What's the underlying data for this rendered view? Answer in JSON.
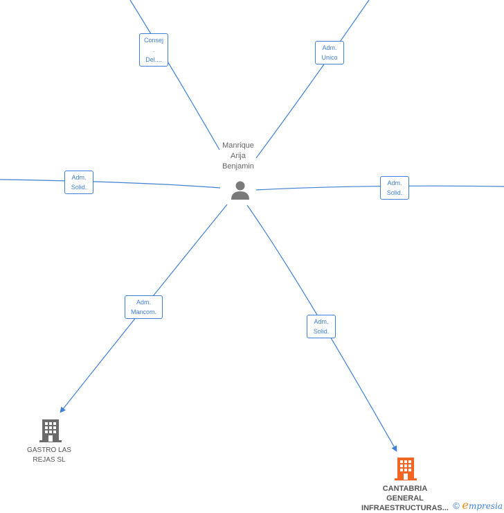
{
  "person": {
    "name_lines": [
      "Manrique",
      "Arija",
      "Benjamin"
    ],
    "icon": "person-icon"
  },
  "roles": {
    "r1": [
      "Consej .",
      "Del...."
    ],
    "r2": [
      "Adm.",
      "Unico"
    ],
    "r3": [
      "Adm.",
      "Solid."
    ],
    "r4": [
      "Adm.",
      "Solid."
    ],
    "r5": [
      "Adm.",
      "Mancom."
    ],
    "r6": [
      "Adm.",
      "Solid."
    ]
  },
  "companies": {
    "gastro": {
      "lines": [
        "GASTRO LAS",
        "REJAS  SL"
      ],
      "icon": "building-icon",
      "color": "#6b6b6b"
    },
    "cantabria": {
      "lines": [
        "CANTABRIA",
        "GENERAL",
        "INFRAESTRUCTURAS..."
      ],
      "icon": "building-icon",
      "color": "#f26522"
    }
  },
  "footer": {
    "copyright": "©",
    "brand_initial": "e",
    "brand_rest": "mpresia"
  },
  "colors": {
    "edge": "#3f7fd4",
    "accent": "#f26522"
  }
}
